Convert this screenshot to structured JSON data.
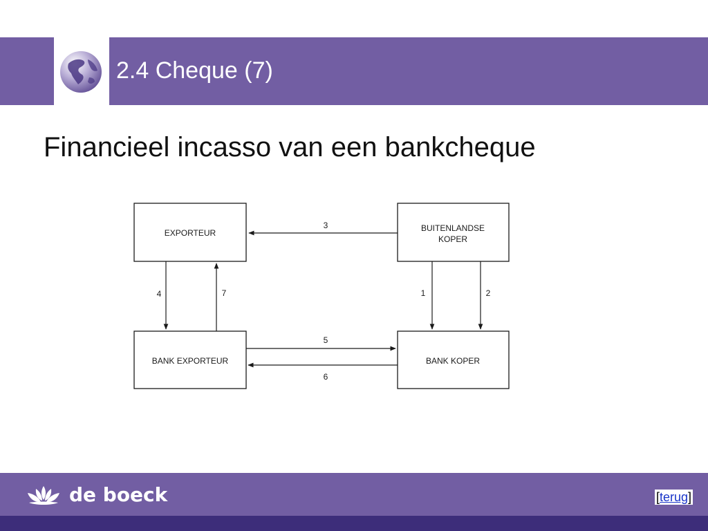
{
  "header": {
    "title": "2.4 Cheque (7)",
    "logo_icon": "globe-icon"
  },
  "subtitle": "Financieel incasso van een bankcheque",
  "diagram": {
    "nodes": {
      "exporteur": [
        "EXPORTEUR"
      ],
      "buitenlandse_koper": [
        "BUITENLANDSE",
        "KOPER"
      ],
      "bank_exporteur": [
        "BANK EXPORTEUR"
      ],
      "bank_koper": [
        "BANK KOPER"
      ]
    },
    "edges": [
      {
        "label": "3",
        "from": "BUITENLANDSE KOPER",
        "to": "EXPORTEUR"
      },
      {
        "label": "4",
        "from": "EXPORTEUR",
        "to": "BANK EXPORTEUR"
      },
      {
        "label": "7",
        "from": "BANK EXPORTEUR",
        "to": "EXPORTEUR"
      },
      {
        "label": "1",
        "from": "BUITENLANDSE KOPER",
        "to": "BANK KOPER"
      },
      {
        "label": "2",
        "from": "BUITENLANDSE KOPER",
        "to": "BANK KOPER"
      },
      {
        "label": "5",
        "from": "BANK EXPORTEUR",
        "to": "BANK KOPER"
      },
      {
        "label": "6",
        "from": "BANK KOPER",
        "to": "BANK EXPORTEUR"
      }
    ]
  },
  "footer": {
    "brand": "de boeck",
    "brand_icon": "lotus-logo-icon",
    "nav_open": "[",
    "nav_link": "terug",
    "nav_close": "]"
  },
  "colors": {
    "band": "#725ea3",
    "strip": "#3d2d7a",
    "link": "#1a35c9"
  }
}
